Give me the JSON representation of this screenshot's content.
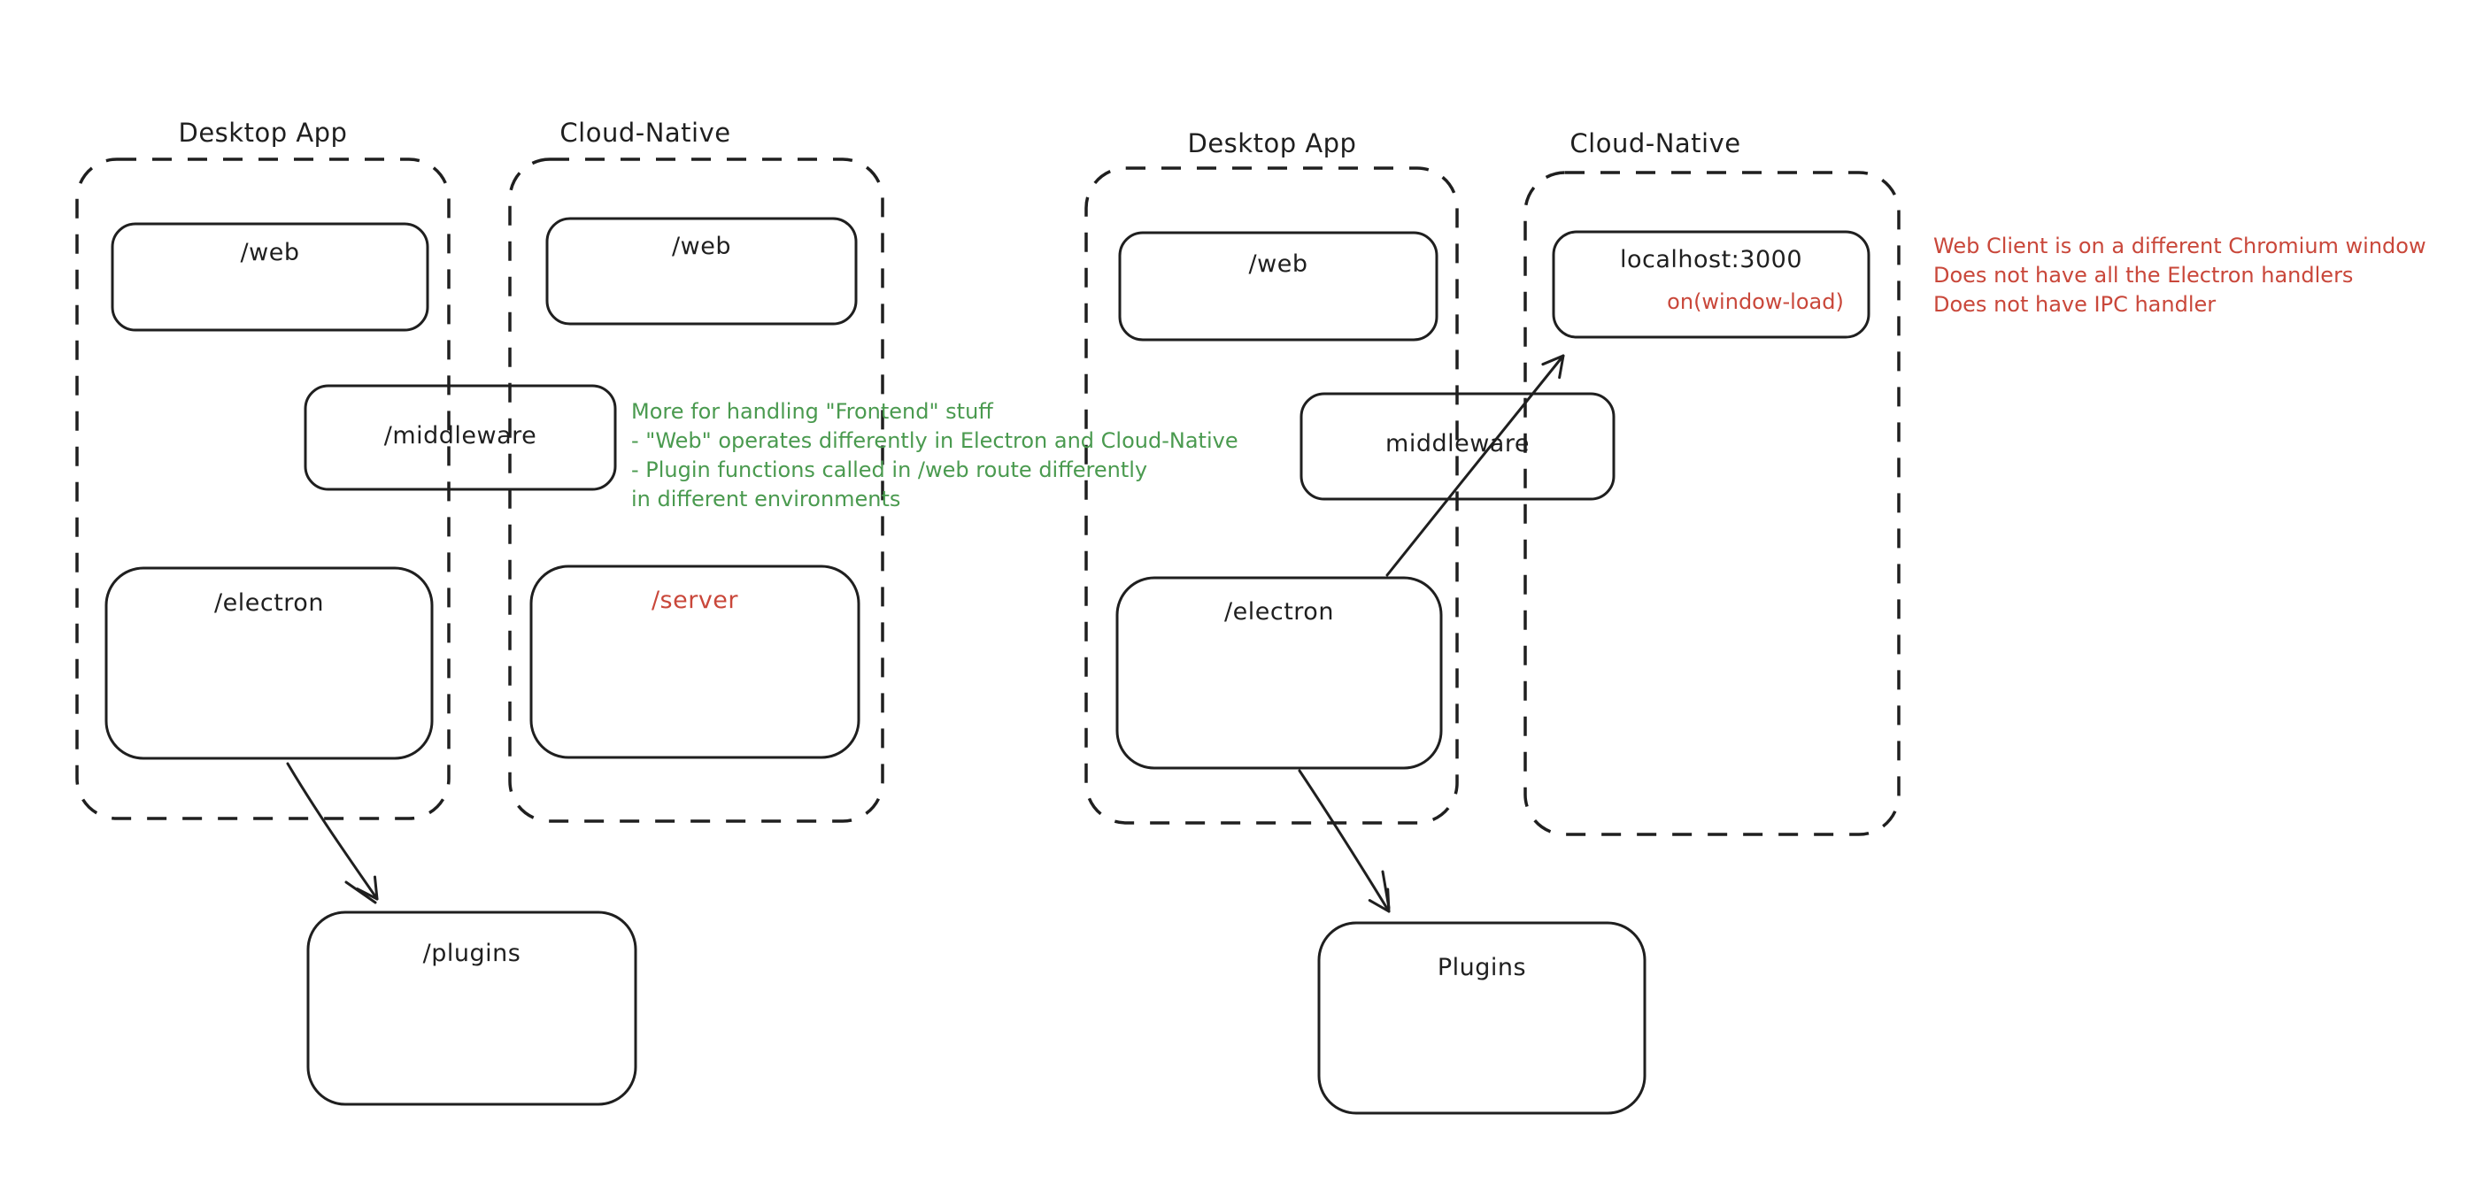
{
  "colors": {
    "bg": "#ffffff",
    "stroke": "#1f1f1f",
    "green": "#4a9a4f",
    "red": "#c9473a"
  },
  "left_diagram": {
    "desktop_container_label": "Desktop App",
    "cloud_container_label": "Cloud-Native",
    "web_desktop": "/web",
    "web_cloud": "/web",
    "middleware": "/middleware",
    "electron": "/electron",
    "server": "/server",
    "plugins": "/plugins",
    "note_lines": [
      "More for handling \"Frontend\" stuff",
      "- \"Web\" operates differently in Electron and Cloud-Native",
      "- Plugin functions called in /web route differently",
      "in different environments"
    ]
  },
  "right_diagram": {
    "desktop_container_label": "Desktop App",
    "cloud_container_label": "Cloud-Native",
    "web_desktop": "/web",
    "localhost_title": "localhost:3000",
    "localhost_event": "on(window-load)",
    "middleware": "middleware",
    "electron": "/electron",
    "plugins": "Plugins",
    "note_lines": [
      "Web Client is on a different Chromium window",
      "Does not have all the Electron handlers",
      "Does not have IPC handler"
    ]
  }
}
